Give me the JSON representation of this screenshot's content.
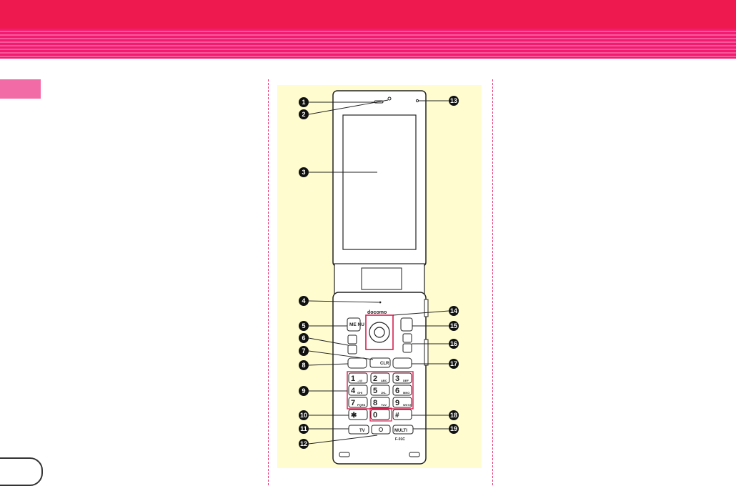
{
  "header": {
    "top_color": "#ee1a4f",
    "stripe_color": "#f21b6f"
  },
  "figure": {
    "brand": "docomo",
    "model": "F-01C",
    "keys": {
      "menu": "ME NU",
      "clr": "CLR",
      "multi": "MULTI",
      "tv": "TV",
      "one": "1",
      "two": "2",
      "three": "3",
      "four": "4",
      "five": "5",
      "six": "6",
      "seven": "7",
      "eight": "8",
      "nine": "9",
      "zero": "0",
      "star": "✱",
      "hash": "#",
      "sub_one": ".,/@",
      "sub_two": "ABC",
      "sub_three": "DEF",
      "sub_four": "GHI",
      "sub_five": "JKL",
      "sub_six": "MNO",
      "sub_seven": "PQRS",
      "sub_eight": "TUV",
      "sub_nine": "WXYZ"
    },
    "callouts": [
      "1",
      "2",
      "3",
      "4",
      "5",
      "6",
      "7",
      "8",
      "9",
      "10",
      "11",
      "12",
      "13",
      "14",
      "15",
      "16",
      "17",
      "18",
      "19"
    ]
  }
}
